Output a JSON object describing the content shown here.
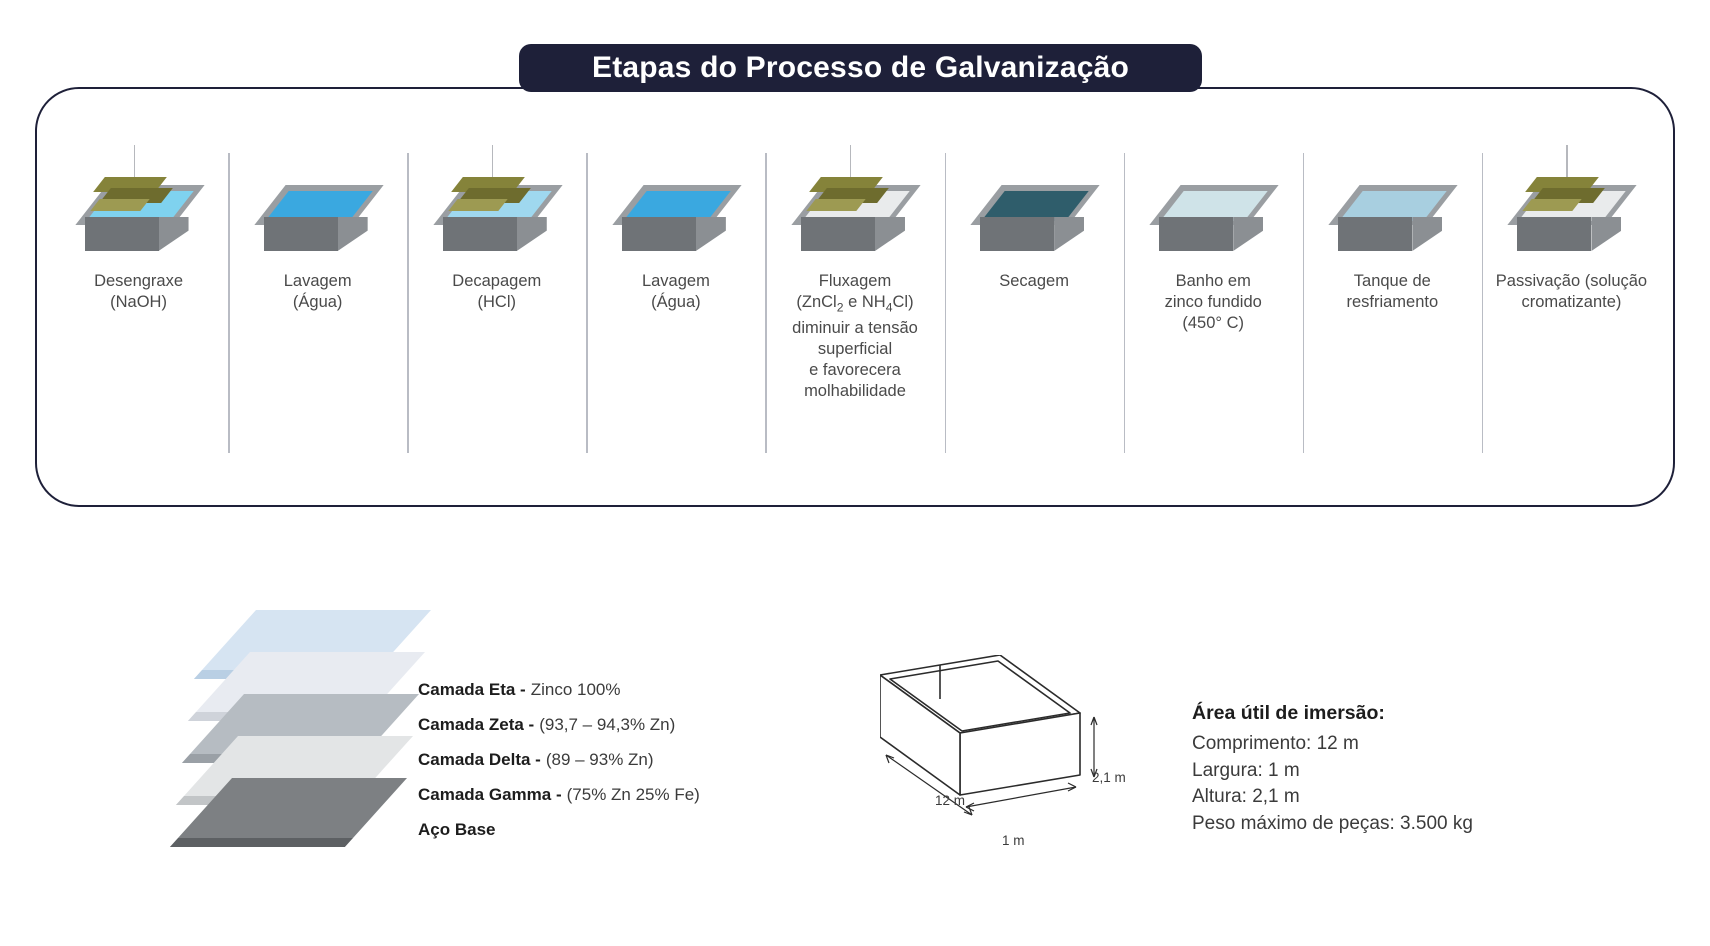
{
  "header": {
    "title": "Etapas do Processo de Galvanização",
    "pill_color": "#1e2039"
  },
  "process": {
    "steps": [
      {
        "name": "Desengraxe",
        "sub": "(NaOH)",
        "liquid_color": "#7fd2ef",
        "has_piece": true,
        "tank_state": "filled"
      },
      {
        "name": "Lavagem",
        "sub": "(Água)",
        "liquid_color": "#3aa8e0",
        "has_piece": false,
        "tank_state": "filled"
      },
      {
        "name": "Decapagem",
        "sub": "(HCl)",
        "liquid_color": "#9fd8ef",
        "has_piece": true,
        "tank_state": "filled"
      },
      {
        "name": "Lavagem",
        "sub": "(Água)",
        "liquid_color": "#3aa8e0",
        "has_piece": false,
        "tank_state": "filled"
      },
      {
        "name": "Fluxagem",
        "sub": "(ZnCl2 e NH4Cl)",
        "sub_rich": true,
        "extra": [
          "diminuir a tensão",
          "superficial",
          "e favorecera",
          "molhabilidade"
        ],
        "liquid_color": "#e9ebec",
        "has_piece": true,
        "tank_state": "filled"
      },
      {
        "name": "Secagem",
        "sub": "",
        "liquid_color": "#2f5d6b",
        "has_piece": false,
        "tank_state": "filled"
      },
      {
        "name": "Banho em",
        "sub": "zinco fundido",
        "sub2": "(450° C)",
        "liquid_color": "#cfe3e8",
        "has_piece": false,
        "tank_state": "filled"
      },
      {
        "name": "Tanque de",
        "sub": "resfriamento",
        "liquid_color": "#a8cfe0",
        "has_piece": false,
        "tank_state": "filled"
      },
      {
        "name": "Passivação (solução",
        "sub": "cromatizante)",
        "liquid_color": "#e9ebec",
        "has_piece": true,
        "tank_state": "filled"
      }
    ]
  },
  "coating_layers": {
    "legend": [
      {
        "bold": "Camada Eta -",
        "value": "Zinco 100%",
        "color": "#d6e4f2"
      },
      {
        "bold": "Camada Zeta -",
        "value": "(93,7 – 94,3% Zn)",
        "color": "#e8ebf1"
      },
      {
        "bold": "Camada Delta -",
        "value": "(89 – 93% Zn)",
        "color": "#b6bcc2"
      },
      {
        "bold": "Camada Gamma -",
        "value": "(75% Zn 25% Fe)",
        "color": "#e3e5e6"
      },
      {
        "bold": "Aço Base",
        "value": "",
        "color": "#7d8083"
      }
    ]
  },
  "tank_dimensions": {
    "drawing_labels": {
      "length": "12 m",
      "height": "2,1 m",
      "width": "1 m"
    },
    "heading": "Área útil de imersão:",
    "lines": [
      "Comprimento: 12 m",
      "Largura: 1 m",
      "Altura: 2,1 m",
      "Peso máximo de peças: 3.500 kg"
    ]
  }
}
